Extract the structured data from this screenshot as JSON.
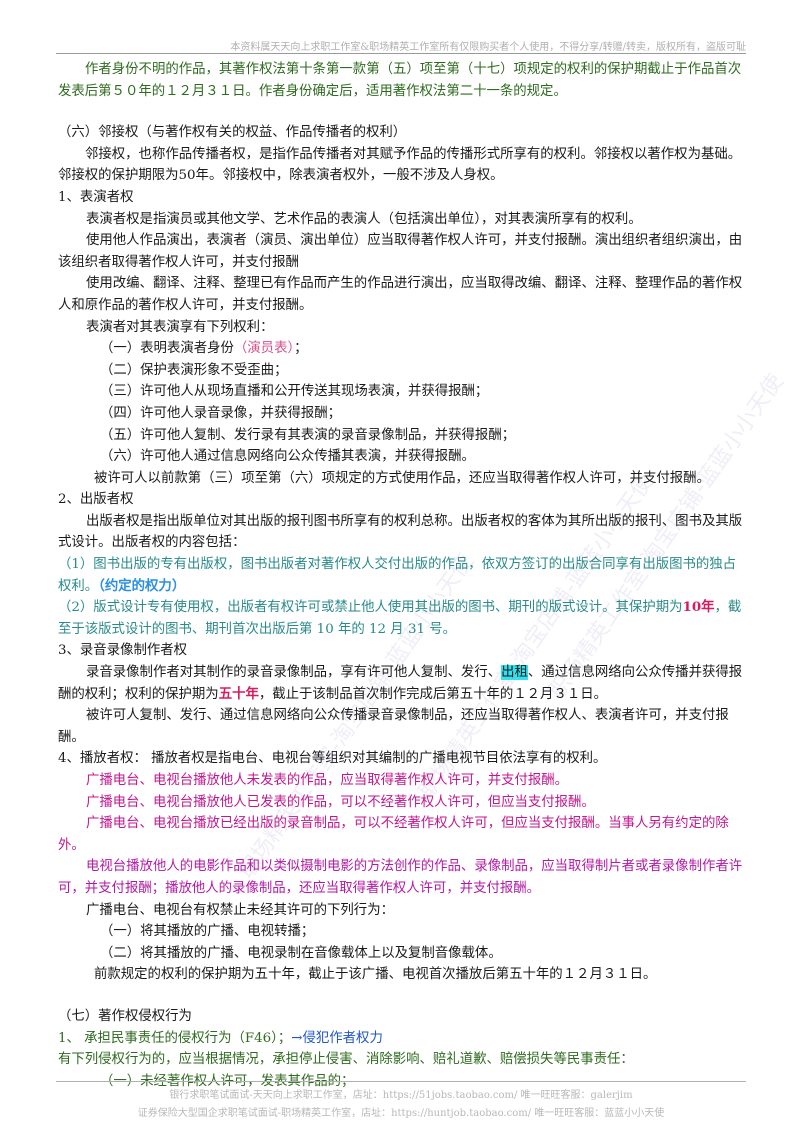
{
  "header": {
    "notice": "本资料属天天向上求职工作室&职场精英工作室所有仅限购买者个人使用，不得分享/转赠/转卖，版权所有，盗版可耻"
  },
  "body": {
    "p1": "作者身份不明的作品，其著作权法第十条第一款第（五）项至第（十七）项规定的权利的保护期截止于作品首次发表后第５０年的１２月３１日。作者身份确定后，适用著作权法第二十一条的规定。",
    "h6": "（六）邻接权（与著作权有关的权益、作品传播者的权利）",
    "p2": "邻接权，也称作品传播者权，是指作品传播者对其赋予作品的传播形式所享有的权利。邻接权以著作权为基础。邻接权的保护期限为50年。邻接权中，除表演者权外，一般不涉及人身权。",
    "s1": "1、表演者权",
    "s1p1": "表演者权是指演员或其他文学、艺术作品的表演人（包括演出单位），对其表演所享有的权利。",
    "s1p2": "使用他人作品演出，表演者（演员、演出单位）应当取得著作权人许可，并支付报酬。演出组织者组织演出，由该组织者取得著作权人许可，并支付报酬",
    "s1p3": "使用改编、翻译、注释、整理已有作品而产生的作品进行演出，应当取得改编、翻译、注释、整理作品的著作权人和原作品的著作权人许可，并支付报酬。",
    "s1p4": "表演者对其表演享有下列权利：",
    "r1a": "（一）表明表演者身份",
    "r1b": "（演员表）",
    "r1c": "；",
    "r2": "（二）保护表演形象不受歪曲；",
    "r3": "（三）许可他人从现场直播和公开传送其现场表演，并获得报酬；",
    "r4": "（四）许可他人录音录像，并获得报酬；",
    "r5": "（五）许可他人复制、发行录有其表演的录音录像制品，并获得报酬；",
    "r6": "（六）许可他人通过信息网络向公众传播其表演，并获得报酬。",
    "s1p5": "被许可人以前款第（三）项至第（六）项规定的方式使用作品，还应当取得著作权人许可，并支付报酬。",
    "s2": "2、出版者权",
    "s2p1": "出版者权是指出版单位对其出版的报刊图书所享有的权利总称。出版者权的客体为其所出版的报刊、图书及其版式设计。出版者权的内容包括：",
    "s2a": "（1）图书出版的专有出版权，图书出版者对著作权人交付出版的作品，依双方签订的出版合同享有出版图书的独占权利。",
    "s2a_note": "（约定的权力）",
    "s2b1": "（2）版式设计专有使用权，出版者有权许可或禁止他人使用其出版的图书、期刊的版式设计。其保护期为",
    "s2b_bold": "10年",
    "s2b2": "，截至于该版式设计的图书、期刊首次出版后第 10 年的 12 月 31 号。",
    "s3": "3、录音录像制作者权",
    "s3p1a": "录音录像制作者对其制作的录音录像制品，享有许可他人复制、发行、",
    "s3p1_hl": "出租",
    "s3p1b": "、通过信息网络向公众传播并获得报酬的权利；权利的保护期为",
    "s3p1_bold": "五十年",
    "s3p1c": "，截止于该制品首次制作完成后第五十年的１２月３１日。",
    "s3p2": "被许可人复制、发行、通过信息网络向公众传播录音录像制品，还应当取得著作权人、表演者许可，并支付报酬。",
    "s4": "4、播放者权：  播放者权是指电台、电视台等组织对其编制的广播电视节目依法享有的权利。",
    "s4p1": "广播电台、电视台播放他人未发表的作品，应当取得著作权人许可，并支付报酬。",
    "s4p2": "广播电台、电视台播放他人已发表的作品，可以不经著作权人许可，但应当支付报酬。",
    "s4p3": "广播电台、电视台播放已经出版的录音制品，可以不经著作权人许可，但应当支付报酬。当事人另有约定的除外。",
    "s4p4": "电视台播放他人的电影作品和以类似摄制电影的方法创作的作品、录像制品，应当取得制片者或者录像制作者许可，并支付报酬；播放他人的录像制品，还应当取得著作权人许可，并支付报酬。",
    "s4p5": "广播电台、电视台有权禁止未经其许可的下列行为：",
    "s4r1": "（一）将其播放的广播、电视转播；",
    "s4r2": "（二）将其播放的广播、电视录制在音像载体上以及复制音像载体。",
    "s4p6": "前款规定的权利的保护期为五十年，截止于该广播、电视首次播放后第五十年的１２月３１日。",
    "h7": "（七）著作权侵权行为",
    "t1a": "1、 承担民事责任的侵权行为（F46）；",
    "t1b": "→侵犯作者权力",
    "t2": "有下列侵权行为的，应当根据情况，承担停止侵害、消除影响、赔礼道歉、赔偿损失等民事责任：",
    "t3": "（一）未经著作权人许可，发表其作品的；"
  },
  "footer": {
    "line1": "银行求职笔试面试-天天向上求职工作室，店址：https://51jobs.taobao.com/ 唯一旺旺客服：galerjim",
    "line2": "证券保险大型国企求职笔试面试-职场精英工作室，店址：https://huntjob.taobao.com/ 唯一旺旺客服：蓝蓝小小天使"
  },
  "watermark": {
    "text": "职场精英工作室-淘宝店铺-蓝蓝小小天使"
  }
}
